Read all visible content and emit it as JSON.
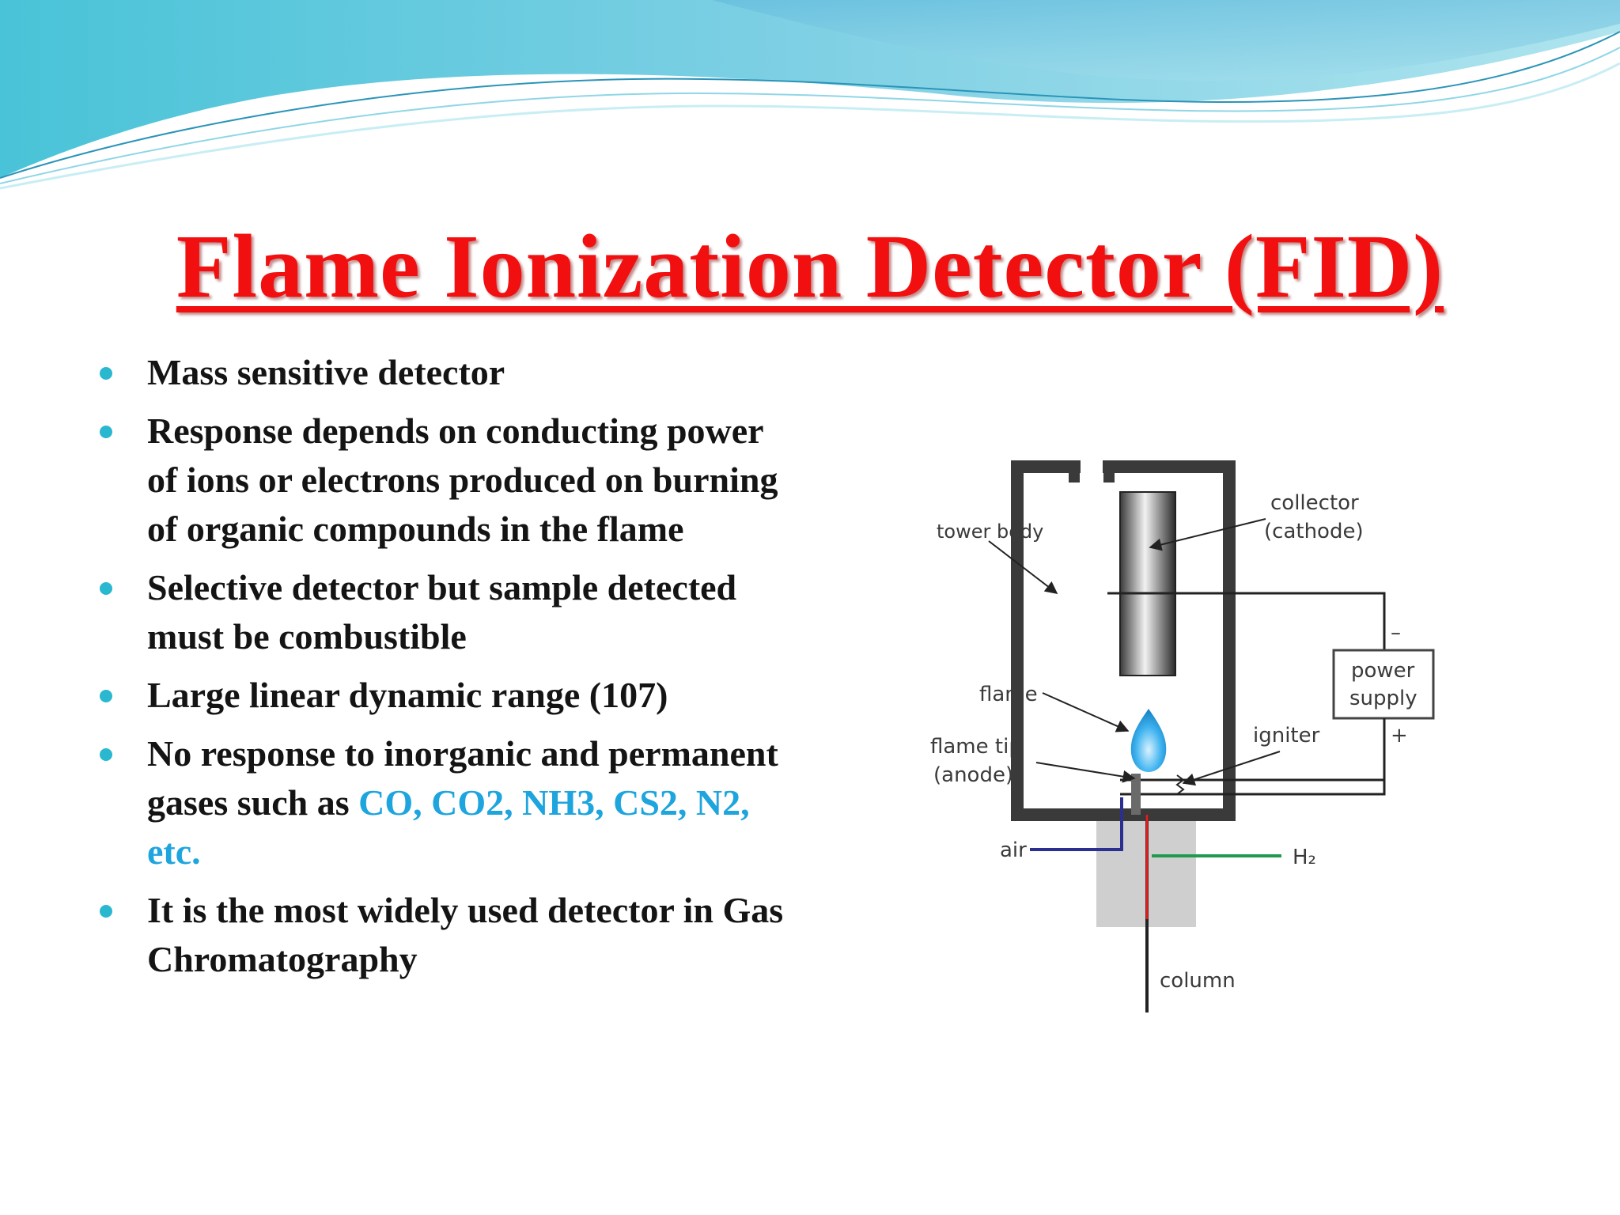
{
  "slide": {
    "title": "Flame Ionization Detector (FID)",
    "bullets": [
      {
        "text": "Mass sensitive detector"
      },
      {
        "text": " Response depends on conducting power of ions or electrons produced on burning of organic compounds in the flame"
      },
      {
        "text": " Selective detector but sample detected must be combustible"
      },
      {
        "text": " Large linear dynamic range (107)"
      },
      {
        "text": " No response to inorganic and permanent gases such as ",
        "highlight": "CO, CO2, NH3, CS2, N2, etc."
      },
      {
        "text": "It is the most widely used detector in Gas Chromatography"
      }
    ]
  },
  "diagram": {
    "labels": {
      "tower_body": "tower body",
      "collector_line1": "collector",
      "collector_line2": "(cathode)",
      "power_line1": "power",
      "power_line2": "supply",
      "minus": "–",
      "plus": "+",
      "flame": "flame",
      "flame_tip_line1": "flame tip",
      "flame_tip_line2": "(anode)",
      "igniter": "igniter",
      "air": "air",
      "h2": "H₂",
      "column": "column"
    },
    "colors": {
      "air_line": "#2b2f8f",
      "h2_line": "#1f9a4f",
      "column_line": "#e02020",
      "flame": "#3fb3ef"
    }
  },
  "theme": {
    "title_color": "#f20f0f",
    "bullet_color": "#29b8cf",
    "highlight_color": "#1ea5de",
    "wave_colors": [
      "#5cc4dc",
      "#9adfea",
      "#2aa7c9"
    ]
  }
}
